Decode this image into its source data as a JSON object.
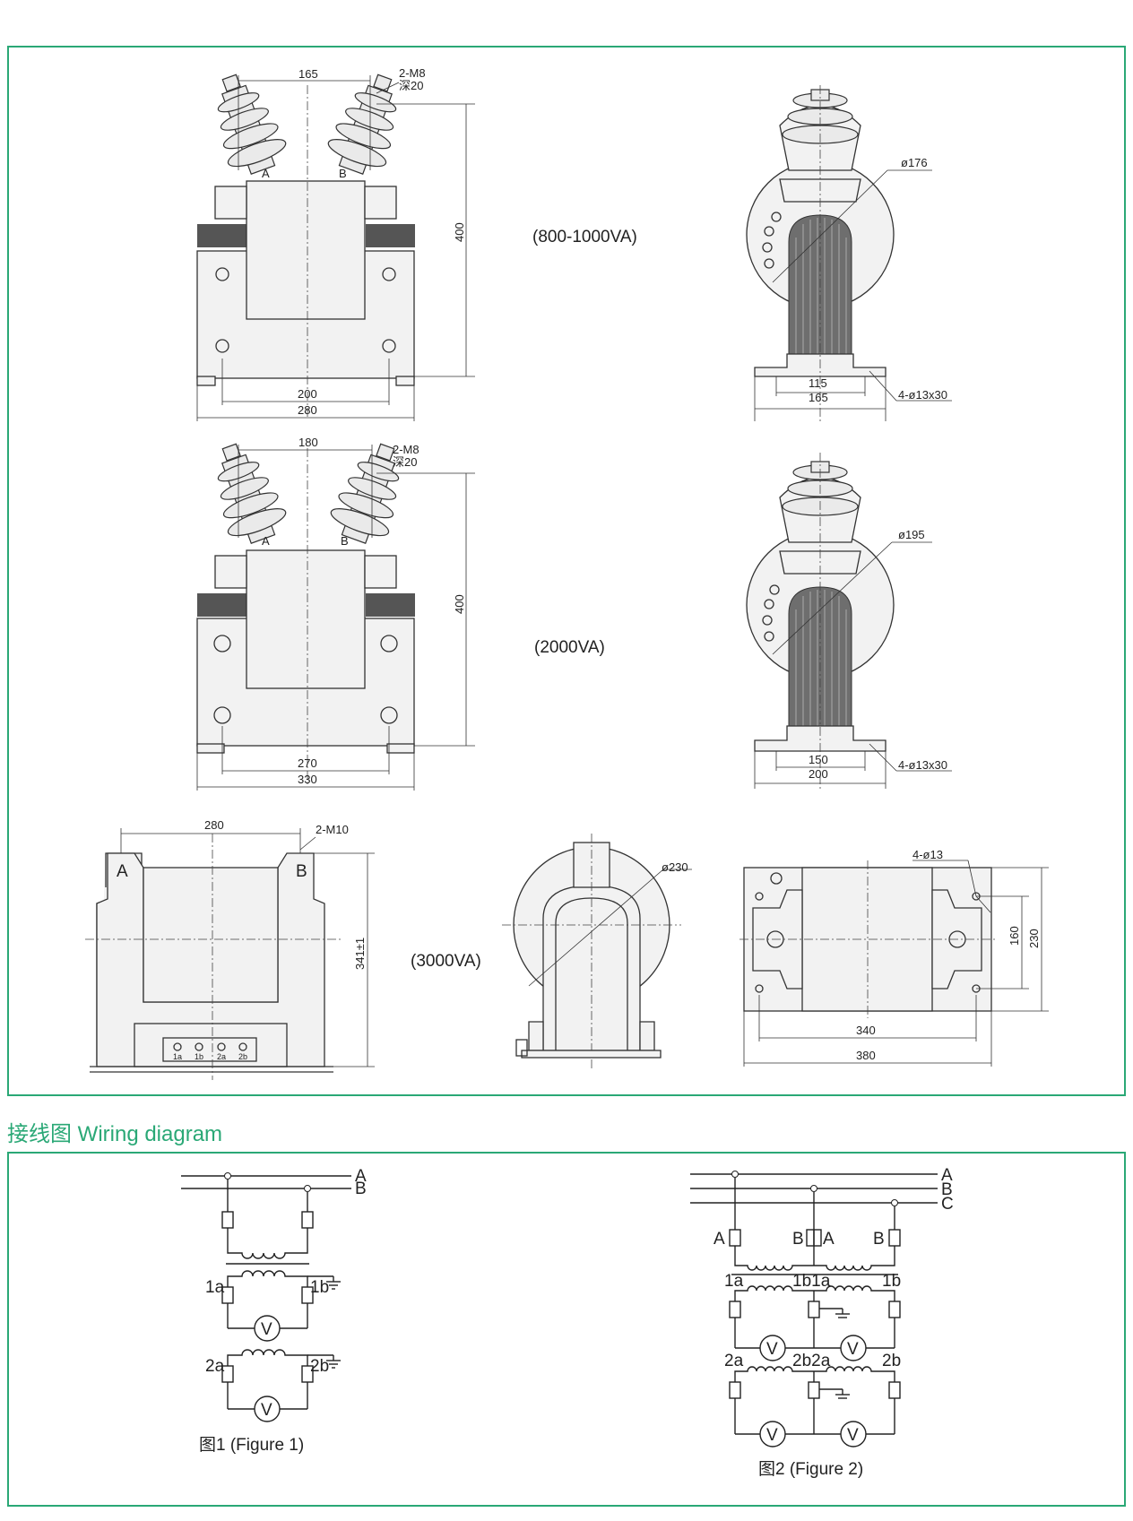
{
  "section_title": "接线图 Wiring diagram",
  "variants": [
    {
      "label": "(800-1000VA)",
      "front": {
        "top_dim": "165",
        "thread": "2-M8",
        "depth": "深20",
        "height": "400",
        "mount": "200",
        "width": "280",
        "terminal_a": "A",
        "terminal_b": "B"
      },
      "side": {
        "diameter": "ø176",
        "inner": "115",
        "outer": "165",
        "holes": "4-ø13x30"
      }
    },
    {
      "label": "(2000VA)",
      "front": {
        "top_dim": "180",
        "thread": "2-M8",
        "depth": "深20",
        "height": "400",
        "mount": "270",
        "width": "330",
        "terminal_a": "A",
        "terminal_b": "B"
      },
      "side": {
        "diameter": "ø195",
        "inner": "150",
        "outer": "200",
        "holes": "4-ø13x30"
      }
    },
    {
      "label": "(3000VA)",
      "front": {
        "top_dim": "280",
        "thread": "2-M10",
        "height": "341±1",
        "terminal_a": "A",
        "terminal_b": "B",
        "terminals": [
          "1a",
          "1b",
          "2a",
          "2b"
        ]
      },
      "side": {
        "diameter": "ø230"
      },
      "top": {
        "holes": "4-ø13",
        "inner_h": "160",
        "outer_h": "230",
        "inner_w": "340",
        "outer_w": "380"
      }
    }
  ],
  "figure1": {
    "caption": "图1 (Figure 1)",
    "lines": [
      "A",
      "B"
    ],
    "w1": [
      "1a",
      "1b"
    ],
    "w2": [
      "2a",
      "2b"
    ],
    "meter": "V"
  },
  "figure2": {
    "caption": "图2 (Figure 2)",
    "lines": [
      "A",
      "B",
      "C"
    ],
    "pt_labels": [
      "A",
      "B",
      "A",
      "B"
    ],
    "w1": [
      "1a",
      "1b1a",
      "1b"
    ],
    "w2": [
      "2a",
      "2b2a",
      "2b"
    ],
    "meter": "V"
  }
}
